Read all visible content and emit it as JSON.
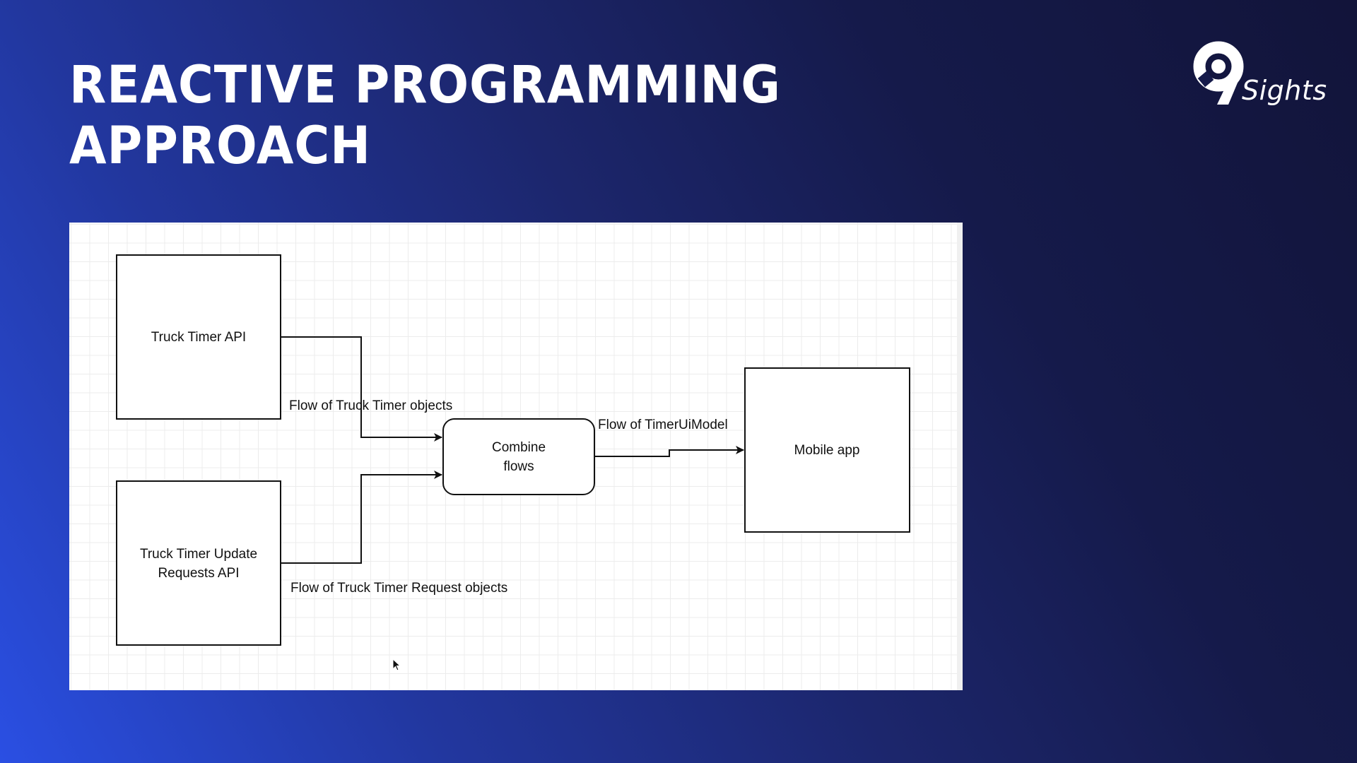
{
  "slide": {
    "title_lines": [
      "REACTIVE PROGRAMMING",
      "APPROACH"
    ],
    "logo": {
      "mark": "9",
      "wordmark": "Sights",
      "icon": "nine-sights-logo-icon"
    }
  },
  "colors": {
    "background_start": "#2a4fe3",
    "background_end": "#12143a",
    "panel": "#ffffff",
    "grid": "#ececec",
    "stroke": "#111111",
    "title_text": "#ffffff"
  },
  "diagram": {
    "nodes": [
      {
        "id": "truck-timer-api",
        "shape": "rectangle",
        "label_lines": [
          "Truck Timer API"
        ]
      },
      {
        "id": "truck-timer-update-requests-api",
        "shape": "rectangle",
        "label_lines": [
          "Truck Timer Update",
          "Requests API"
        ]
      },
      {
        "id": "combine-flows",
        "shape": "rounded-rectangle",
        "label_lines": [
          "Combine",
          "flows"
        ]
      },
      {
        "id": "mobile-app",
        "shape": "rectangle",
        "label_lines": [
          "Mobile app"
        ]
      }
    ],
    "edges": [
      {
        "from": "truck-timer-api",
        "to": "combine-flows",
        "label": "Flow of Truck Timer objects"
      },
      {
        "from": "truck-timer-update-requests-api",
        "to": "combine-flows",
        "label": "Flow of Truck Timer Request objects"
      },
      {
        "from": "combine-flows",
        "to": "mobile-app",
        "label": "Flow of TimerUiModel"
      }
    ]
  }
}
